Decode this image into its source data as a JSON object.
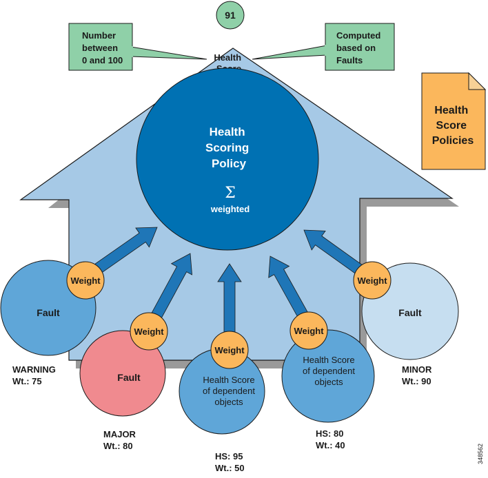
{
  "score": {
    "value": "91"
  },
  "callouts": {
    "left": [
      "Number",
      "between",
      "0 and 100"
    ],
    "right": [
      "Computed",
      "based on",
      "Faults"
    ]
  },
  "house_label": [
    "Health",
    "Score"
  ],
  "center": {
    "title": [
      "Health",
      "Scoring",
      "Policy"
    ],
    "sigma": "Σ",
    "weighted": "weighted"
  },
  "policies_doc": [
    "Health",
    "Score",
    "Policies"
  ],
  "weight_label": "Weight",
  "inputs": [
    {
      "key": "warning",
      "circle_text": [
        "Fault"
      ],
      "caption": [
        "WARNING",
        "Wt.: 75"
      ],
      "color": "#5fa6d8"
    },
    {
      "key": "major",
      "circle_text": [
        "Fault"
      ],
      "caption": [
        "MAJOR",
        "Wt.: 80"
      ],
      "color": "#f08a8f"
    },
    {
      "key": "hs95",
      "circle_text": [
        "Health Score",
        "of dependent",
        "objects"
      ],
      "caption": [
        "HS: 95",
        "Wt.: 50"
      ],
      "color": "#5fa6d8"
    },
    {
      "key": "hs80",
      "circle_text": [
        "Health Score",
        "of dependent",
        "objects"
      ],
      "caption": [
        "HS: 80",
        "Wt.: 40"
      ],
      "color": "#5fa6d8"
    },
    {
      "key": "minor",
      "circle_text": [
        "Fault"
      ],
      "caption": [
        "MINOR",
        "Wt.: 90"
      ],
      "color": "#c6def0"
    }
  ],
  "figure_id": "348562",
  "colors": {
    "house": "#a6c9e6",
    "house_stroke": "#1a1a1a",
    "center": "#0071b3",
    "arrow": "#1f76b7",
    "weight": "#fbb75c",
    "callout": "#8fd0a8",
    "doc": "#fbb75c"
  }
}
